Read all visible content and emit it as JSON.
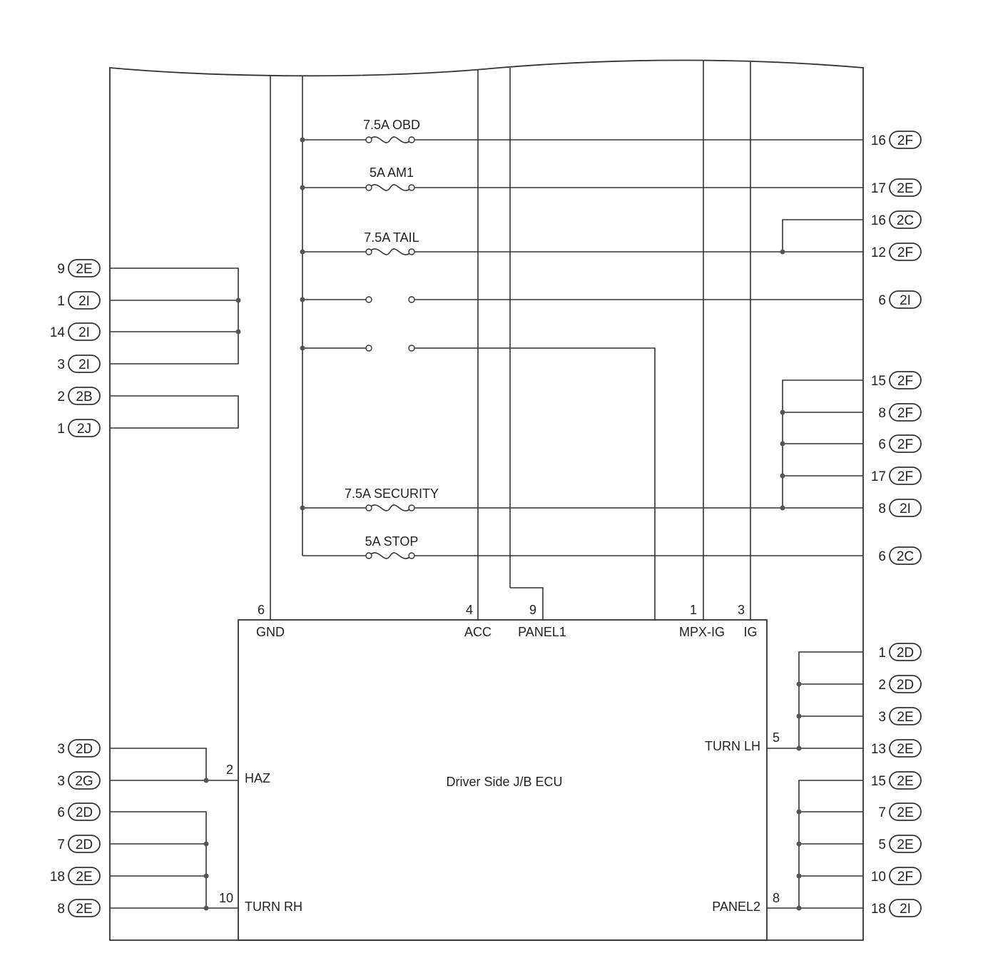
{
  "ecu": {
    "name": "Driver Side J/B ECU",
    "top_pins": [
      {
        "num": "6",
        "name": "GND"
      },
      {
        "num": "4",
        "name": "ACC"
      },
      {
        "num": "9",
        "name": "PANEL1"
      },
      {
        "num": "1",
        "name": "MPX-IG"
      },
      {
        "num": "3",
        "name": "IG"
      }
    ],
    "side_pins": [
      {
        "num": "2",
        "name": "HAZ"
      },
      {
        "num": "10",
        "name": "TURN RH"
      },
      {
        "num": "5",
        "name": "TURN LH"
      },
      {
        "num": "8",
        "name": "PANEL2"
      }
    ]
  },
  "fuses": [
    "7.5A OBD",
    "5A AM1",
    "7.5A TAIL",
    "7.5A SECURITY",
    "5A STOP"
  ],
  "left_connectors": [
    {
      "pin": "9",
      "conn": "2E"
    },
    {
      "pin": "1",
      "conn": "2I"
    },
    {
      "pin": "14",
      "conn": "2I"
    },
    {
      "pin": "3",
      "conn": "2I"
    },
    {
      "pin": "2",
      "conn": "2B"
    },
    {
      "pin": "1",
      "conn": "2J"
    },
    {
      "pin": "3",
      "conn": "2D"
    },
    {
      "pin": "3",
      "conn": "2G"
    },
    {
      "pin": "6",
      "conn": "2D"
    },
    {
      "pin": "7",
      "conn": "2D"
    },
    {
      "pin": "18",
      "conn": "2E"
    },
    {
      "pin": "8",
      "conn": "2E"
    }
  ],
  "right_connectors": [
    {
      "pin": "16",
      "conn": "2F"
    },
    {
      "pin": "17",
      "conn": "2E"
    },
    {
      "pin": "16",
      "conn": "2C"
    },
    {
      "pin": "12",
      "conn": "2F"
    },
    {
      "pin": "6",
      "conn": "2I"
    },
    {
      "pin": "15",
      "conn": "2F"
    },
    {
      "pin": "8",
      "conn": "2F"
    },
    {
      "pin": "6",
      "conn": "2F"
    },
    {
      "pin": "17",
      "conn": "2F"
    },
    {
      "pin": "8",
      "conn": "2I"
    },
    {
      "pin": "6",
      "conn": "2C"
    },
    {
      "pin": "1",
      "conn": "2D"
    },
    {
      "pin": "2",
      "conn": "2D"
    },
    {
      "pin": "3",
      "conn": "2E"
    },
    {
      "pin": "13",
      "conn": "2E"
    },
    {
      "pin": "15",
      "conn": "2E"
    },
    {
      "pin": "7",
      "conn": "2E"
    },
    {
      "pin": "5",
      "conn": "2E"
    },
    {
      "pin": "10",
      "conn": "2F"
    },
    {
      "pin": "18",
      "conn": "2I"
    }
  ]
}
